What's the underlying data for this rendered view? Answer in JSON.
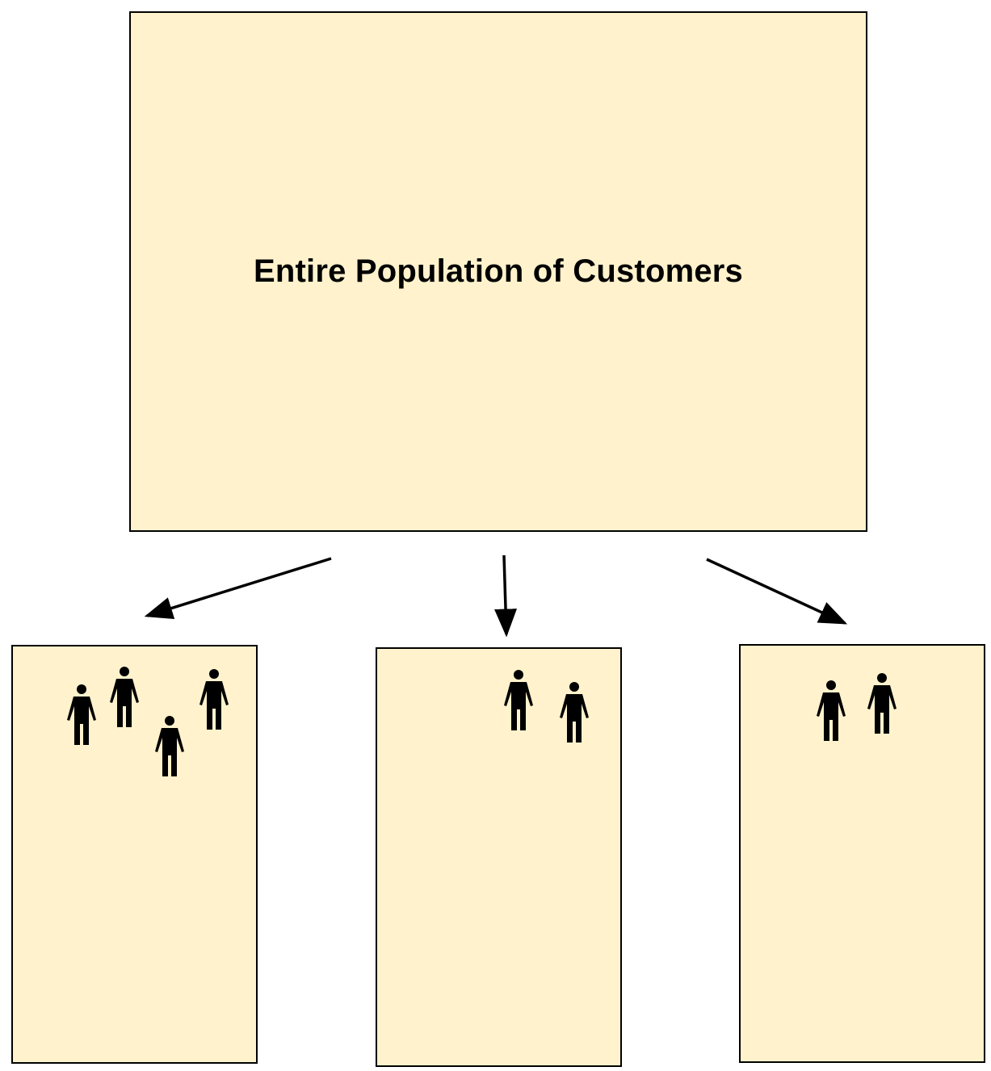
{
  "colors": {
    "box_fill": "#fff2cc",
    "box_border": "#000000",
    "arrow": "#000000",
    "person": "#000000"
  },
  "population": {
    "label": "Entire Population of Customers"
  },
  "groups": [
    {
      "id": "group-left",
      "people_count": 4,
      "icon": "person-icon"
    },
    {
      "id": "group-mid",
      "people_count": 2,
      "icon": "person-icon"
    },
    {
      "id": "group-right",
      "people_count": 2,
      "icon": "person-icon"
    }
  ]
}
